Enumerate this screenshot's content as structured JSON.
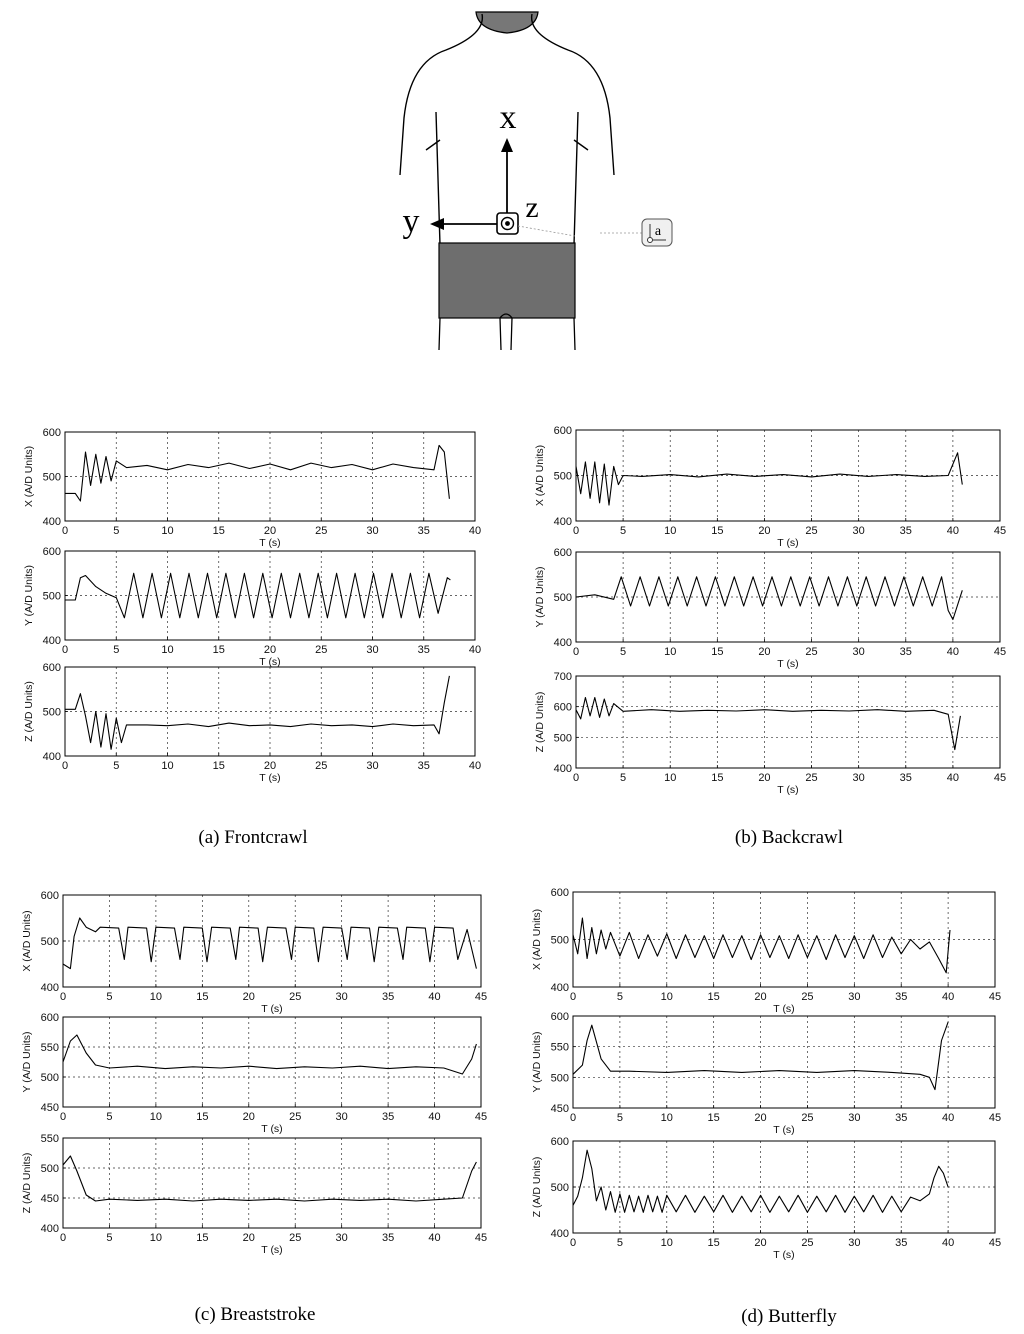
{
  "diagram": {
    "axis_x": "x",
    "axis_y": "y",
    "axis_z": "z",
    "sensor_label": "a"
  },
  "panels": [
    {
      "caption": "(a) Frontcrawl"
    },
    {
      "caption": "(b) Backcrawl"
    },
    {
      "caption": "(c) Breaststroke"
    },
    {
      "caption": "(d) Butterfly"
    }
  ],
  "chart_data": [
    {
      "type": "line",
      "panel": "a",
      "axis": "X",
      "xlabel": "T (s)",
      "ylabel": "X (A/D Units)",
      "xlim": [
        0,
        40
      ],
      "ylim": [
        400,
        600
      ],
      "xticks": [
        0,
        5,
        10,
        15,
        20,
        25,
        30,
        35,
        40
      ],
      "yticks": [
        400,
        500,
        600
      ],
      "grid": true,
      "x": [
        0,
        1.0,
        1.5,
        2.0,
        2.5,
        3,
        3.5,
        4,
        4.5,
        5,
        6,
        8,
        10,
        12,
        14,
        16,
        18,
        20,
        22,
        24,
        26,
        28,
        30,
        32,
        34,
        36,
        36.5,
        37,
        37.5
      ],
      "y": [
        462,
        462,
        445,
        555,
        480,
        550,
        485,
        545,
        490,
        535,
        520,
        525,
        515,
        527,
        520,
        530,
        518,
        528,
        515,
        530,
        520,
        527,
        515,
        528,
        520,
        515,
        570,
        555,
        450
      ]
    },
    {
      "type": "line",
      "panel": "a",
      "axis": "Y",
      "xlabel": "T (s)",
      "ylabel": "Y (A/D Units)",
      "xlim": [
        0,
        40
      ],
      "ylim": [
        400,
        600
      ],
      "xticks": [
        0,
        5,
        10,
        15,
        20,
        25,
        30,
        35,
        40
      ],
      "yticks": [
        400,
        500,
        600
      ],
      "grid": true,
      "x": [
        0,
        1.0,
        1.5,
        2.0,
        3,
        4,
        5,
        5.8,
        6.7,
        7.6,
        8.5,
        9.4,
        10.3,
        11.2,
        12.1,
        13.0,
        13.9,
        14.8,
        15.7,
        16.6,
        17.5,
        18.4,
        19.3,
        20.2,
        21.1,
        22.0,
        22.9,
        23.8,
        24.7,
        25.6,
        26.5,
        27.4,
        28.3,
        29.2,
        30.1,
        31.0,
        31.9,
        32.8,
        33.7,
        34.6,
        35.5,
        36.4,
        37.3,
        37.6
      ],
      "y": [
        490,
        490,
        540,
        545,
        520,
        505,
        495,
        450,
        550,
        450,
        550,
        450,
        550,
        450,
        550,
        450,
        550,
        450,
        550,
        450,
        550,
        450,
        550,
        450,
        550,
        450,
        550,
        450,
        550,
        450,
        550,
        450,
        550,
        450,
        550,
        450,
        550,
        450,
        550,
        450,
        550,
        460,
        540,
        535
      ]
    },
    {
      "type": "line",
      "panel": "a",
      "axis": "Z",
      "xlabel": "T (s)",
      "ylabel": "Z (A/D Units)",
      "xlim": [
        0,
        40
      ],
      "ylim": [
        400,
        600
      ],
      "xticks": [
        0,
        5,
        10,
        15,
        20,
        25,
        30,
        35,
        40
      ],
      "yticks": [
        400,
        500,
        600
      ],
      "grid": true,
      "x": [
        0,
        1.0,
        1.5,
        2.0,
        2.5,
        3,
        3.5,
        4,
        4.5,
        5,
        5.5,
        6,
        8,
        10,
        12,
        14,
        16,
        18,
        20,
        22,
        24,
        26,
        28,
        30,
        32,
        34,
        36,
        36.5,
        37,
        37.5
      ],
      "y": [
        505,
        505,
        540,
        490,
        430,
        500,
        420,
        495,
        415,
        485,
        430,
        470,
        470,
        468,
        472,
        466,
        474,
        468,
        470,
        466,
        472,
        468,
        470,
        466,
        472,
        468,
        470,
        450,
        520,
        580
      ]
    },
    {
      "type": "line",
      "panel": "b",
      "axis": "X",
      "xlabel": "T (s)",
      "ylabel": "X (A/D Units)",
      "xlim": [
        0,
        45
      ],
      "ylim": [
        400,
        600
      ],
      "xticks": [
        0,
        5,
        10,
        15,
        20,
        25,
        30,
        35,
        40,
        45
      ],
      "yticks": [
        400,
        500,
        600
      ],
      "grid": true,
      "x": [
        0,
        0.5,
        1,
        1.5,
        2,
        2.5,
        3,
        3.5,
        4,
        4.5,
        5,
        7,
        10,
        13,
        16,
        19,
        22,
        25,
        28,
        31,
        34,
        37,
        39.5,
        40.5,
        41
      ],
      "y": [
        520,
        460,
        530,
        450,
        530,
        440,
        525,
        435,
        520,
        480,
        500,
        498,
        502,
        497,
        503,
        498,
        502,
        497,
        503,
        498,
        502,
        498,
        500,
        550,
        480
      ]
    },
    {
      "type": "line",
      "panel": "b",
      "axis": "Y",
      "xlabel": "T (s)",
      "ylabel": "Y (A/D Units)",
      "xlim": [
        0,
        45
      ],
      "ylim": [
        400,
        600
      ],
      "xticks": [
        0,
        5,
        10,
        15,
        20,
        25,
        30,
        35,
        40,
        45
      ],
      "yticks": [
        400,
        500,
        600
      ],
      "grid": true,
      "x": [
        0,
        2,
        4,
        4.8,
        5.8,
        6.8,
        7.8,
        8.8,
        9.8,
        10.8,
        11.8,
        12.8,
        13.8,
        14.8,
        15.8,
        16.8,
        17.8,
        18.8,
        19.8,
        20.8,
        21.8,
        22.8,
        23.8,
        24.8,
        25.8,
        26.8,
        27.8,
        28.8,
        29.8,
        30.8,
        31.8,
        32.8,
        33.8,
        34.8,
        35.8,
        36.8,
        37.8,
        38.8,
        39.5,
        40,
        41
      ],
      "y": [
        500,
        505,
        495,
        545,
        480,
        545,
        480,
        545,
        480,
        545,
        480,
        545,
        480,
        545,
        480,
        545,
        480,
        545,
        480,
        545,
        480,
        545,
        480,
        545,
        480,
        545,
        480,
        545,
        480,
        545,
        480,
        545,
        480,
        545,
        480,
        545,
        480,
        545,
        470,
        450,
        515
      ]
    },
    {
      "type": "line",
      "panel": "b",
      "axis": "Z",
      "xlabel": "T (s)",
      "ylabel": "Z (A/D Units)",
      "xlim": [
        0,
        45
      ],
      "ylim": [
        400,
        700
      ],
      "xticks": [
        0,
        5,
        10,
        15,
        20,
        25,
        30,
        35,
        40,
        45
      ],
      "yticks": [
        400,
        500,
        600,
        700
      ],
      "grid": true,
      "x": [
        0,
        0.5,
        1,
        1.5,
        2,
        2.5,
        3,
        3.5,
        4,
        5,
        8,
        11,
        14,
        17,
        20,
        23,
        26,
        29,
        32,
        35,
        38,
        39.5,
        40.2,
        40.8
      ],
      "y": [
        590,
        560,
        630,
        570,
        630,
        565,
        625,
        570,
        610,
        585,
        590,
        585,
        588,
        586,
        590,
        585,
        588,
        586,
        590,
        585,
        588,
        575,
        460,
        570
      ]
    },
    {
      "type": "line",
      "panel": "c",
      "axis": "X",
      "xlabel": "T (s)",
      "ylabel": "X (A/D Units)",
      "xlim": [
        0,
        45
      ],
      "ylim": [
        400,
        600
      ],
      "xticks": [
        0,
        5,
        10,
        15,
        20,
        25,
        30,
        35,
        40,
        45
      ],
      "yticks": [
        400,
        500,
        600
      ],
      "grid": true,
      "x": [
        0,
        0.8,
        1.2,
        1.8,
        2.5,
        3.5,
        4,
        6,
        6.6,
        7,
        9,
        9.5,
        10,
        12,
        12.6,
        13,
        15,
        15.5,
        16,
        18,
        18.6,
        19,
        21,
        21.5,
        22,
        24,
        24.6,
        25,
        27,
        27.5,
        28,
        30,
        30.6,
        31,
        33,
        33.5,
        34,
        36,
        36.6,
        37,
        39,
        39.5,
        40,
        42,
        42.5,
        43.5,
        44.5
      ],
      "y": [
        450,
        440,
        510,
        550,
        530,
        520,
        530,
        528,
        460,
        530,
        528,
        455,
        530,
        528,
        460,
        530,
        528,
        455,
        530,
        528,
        460,
        530,
        528,
        455,
        530,
        528,
        460,
        530,
        528,
        455,
        530,
        528,
        460,
        530,
        528,
        455,
        530,
        528,
        460,
        530,
        528,
        455,
        530,
        528,
        460,
        525,
        440
      ]
    },
    {
      "type": "line",
      "panel": "c",
      "axis": "Y",
      "xlabel": "T (s)",
      "ylabel": "Y (A/D Units)",
      "xlim": [
        0,
        45
      ],
      "ylim": [
        450,
        600
      ],
      "xticks": [
        0,
        5,
        10,
        15,
        20,
        25,
        30,
        35,
        40,
        45
      ],
      "yticks": [
        450,
        500,
        550,
        600
      ],
      "grid": true,
      "x": [
        0,
        0.8,
        1.5,
        2.5,
        3.5,
        5,
        8,
        11,
        14,
        17,
        20,
        23,
        26,
        29,
        32,
        35,
        38,
        41,
        43,
        44,
        44.5
      ],
      "y": [
        525,
        560,
        570,
        540,
        520,
        515,
        518,
        514,
        517,
        515,
        518,
        514,
        517,
        515,
        518,
        514,
        517,
        515,
        505,
        530,
        555
      ]
    },
    {
      "type": "line",
      "panel": "c",
      "axis": "Z",
      "xlabel": "T (s)",
      "ylabel": "Z (A/D Units)",
      "xlim": [
        0,
        45
      ],
      "ylim": [
        400,
        550
      ],
      "xticks": [
        0,
        5,
        10,
        15,
        20,
        25,
        30,
        35,
        40,
        45
      ],
      "yticks": [
        400,
        450,
        500,
        550
      ],
      "grid": true,
      "x": [
        0,
        0.8,
        1.5,
        2.5,
        3.5,
        5,
        8,
        11,
        14,
        17,
        20,
        23,
        26,
        29,
        32,
        35,
        38,
        41,
        43,
        44,
        44.5
      ],
      "y": [
        505,
        520,
        495,
        455,
        445,
        448,
        446,
        448,
        445,
        448,
        446,
        448,
        445,
        448,
        446,
        448,
        445,
        448,
        450,
        495,
        510
      ]
    },
    {
      "type": "line",
      "panel": "d",
      "axis": "X",
      "xlabel": "T (s)",
      "ylabel": "X (A/D Units)",
      "xlim": [
        0,
        45
      ],
      "ylim": [
        400,
        600
      ],
      "xticks": [
        0,
        5,
        10,
        15,
        20,
        25,
        30,
        35,
        40,
        45
      ],
      "yticks": [
        400,
        500,
        600
      ],
      "grid": true,
      "x": [
        0,
        0.5,
        1,
        1.5,
        2,
        2.5,
        3,
        3.5,
        4,
        5,
        6,
        7,
        8,
        9,
        10,
        11,
        12,
        13,
        14,
        15,
        16,
        17,
        18,
        19,
        20,
        21,
        22,
        23,
        24,
        25,
        26,
        27,
        28,
        29,
        30,
        31,
        32,
        33,
        34,
        35,
        36,
        37,
        38,
        39,
        39.8,
        40.2
      ],
      "y": [
        510,
        470,
        545,
        460,
        525,
        470,
        520,
        480,
        515,
        465,
        515,
        460,
        510,
        465,
        512,
        460,
        510,
        462,
        508,
        460,
        510,
        462,
        508,
        458,
        510,
        462,
        508,
        460,
        510,
        462,
        508,
        458,
        510,
        462,
        508,
        460,
        510,
        462,
        505,
        470,
        500,
        480,
        495,
        460,
        430,
        520
      ]
    },
    {
      "type": "line",
      "panel": "d",
      "axis": "Y",
      "xlabel": "T (s)",
      "ylabel": "Y (A/D Units)",
      "xlim": [
        0,
        45
      ],
      "ylim": [
        450,
        600
      ],
      "xticks": [
        0,
        5,
        10,
        15,
        20,
        25,
        30,
        35,
        40,
        45
      ],
      "yticks": [
        450,
        500,
        550,
        600
      ],
      "grid": true,
      "x": [
        0,
        1,
        1.5,
        2,
        3,
        4,
        6,
        10,
        14,
        18,
        22,
        26,
        30,
        34,
        37,
        38,
        38.6,
        39.3,
        40
      ],
      "y": [
        505,
        520,
        560,
        585,
        530,
        510,
        510,
        508,
        511,
        508,
        511,
        508,
        511,
        508,
        505,
        500,
        480,
        560,
        590
      ]
    },
    {
      "type": "line",
      "panel": "d",
      "axis": "Z",
      "xlabel": "T (s)",
      "ylabel": "Z (A/D Units)",
      "xlim": [
        0,
        45
      ],
      "ylim": [
        400,
        600
      ],
      "xticks": [
        0,
        5,
        10,
        15,
        20,
        25,
        30,
        35,
        40,
        45
      ],
      "yticks": [
        400,
        500,
        600
      ],
      "grid": true,
      "x": [
        0,
        0.5,
        1,
        1.5,
        2,
        2.5,
        3,
        3.5,
        4,
        4.5,
        5,
        5.5,
        6,
        6.5,
        7,
        7.5,
        8,
        8.5,
        9,
        9.5,
        10,
        11,
        12,
        13,
        14,
        15,
        16,
        17,
        18,
        19,
        20,
        21,
        22,
        23,
        24,
        25,
        26,
        27,
        28,
        29,
        30,
        31,
        32,
        33,
        34,
        35,
        36,
        37,
        38,
        38.5,
        39,
        39.5,
        40
      ],
      "y": [
        460,
        480,
        520,
        580,
        540,
        470,
        500,
        450,
        490,
        445,
        485,
        445,
        482,
        446,
        480,
        445,
        482,
        446,
        480,
        445,
        482,
        446,
        482,
        445,
        480,
        446,
        482,
        445,
        480,
        446,
        482,
        445,
        480,
        446,
        482,
        445,
        480,
        446,
        482,
        445,
        480,
        446,
        482,
        445,
        480,
        446,
        478,
        470,
        485,
        520,
        545,
        530,
        500
      ]
    }
  ]
}
